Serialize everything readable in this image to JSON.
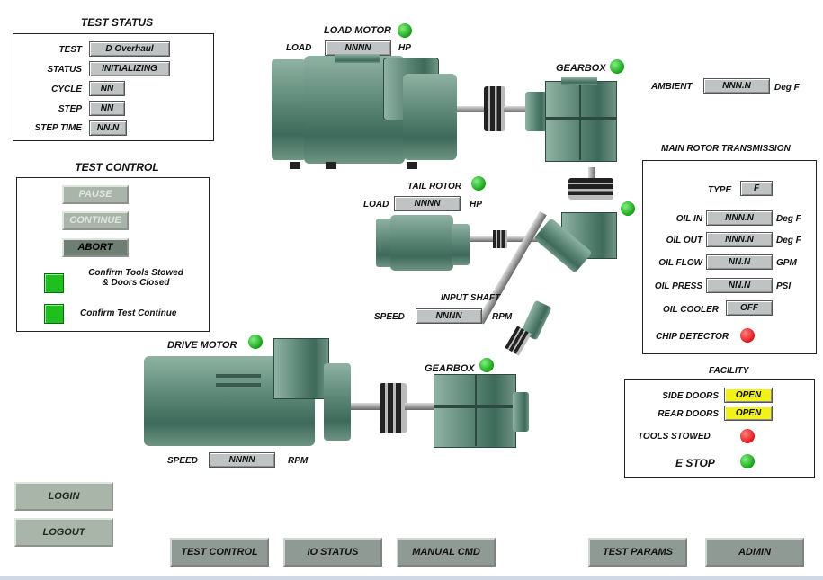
{
  "test_status": {
    "title": "TEST STATUS",
    "test_label": "TEST",
    "test_value": "D Overhaul",
    "status_label": "STATUS",
    "status_value": "INITIALIZING",
    "cycle_label": "CYCLE",
    "cycle_value": "NN",
    "step_label": "STEP",
    "step_value": "NN",
    "step_time_label": "STEP TIME",
    "step_time_value": "NN.N"
  },
  "test_control": {
    "title": "TEST CONTROL",
    "pause_label": "PAUSE",
    "continue_label": "CONTINUE",
    "abort_label": "ABORT",
    "confirm_tools_line1": "Confirm Tools Stowed",
    "confirm_tools_line2": "& Doors Closed",
    "confirm_continue": "Confirm Test Continue"
  },
  "load_motor": {
    "title": "LOAD MOTOR",
    "load_label": "LOAD",
    "load_value": "NNNN",
    "unit": "HP"
  },
  "gearbox_top": {
    "title": "GEARBOX"
  },
  "ambient": {
    "label": "AMBIENT",
    "value": "NNN.N",
    "unit": "Deg F"
  },
  "tail_rotor": {
    "title": "TAIL ROTOR",
    "load_label": "LOAD",
    "load_value": "NNNN",
    "unit": "HP"
  },
  "input_shaft": {
    "title": "INPUT SHAFT",
    "speed_label": "SPEED",
    "speed_value": "NNNN",
    "unit": "RPM"
  },
  "drive_motor": {
    "title": "DRIVE MOTOR",
    "speed_label": "SPEED",
    "speed_value": "NNNN",
    "unit": "RPM"
  },
  "gearbox_bottom": {
    "title": "GEARBOX"
  },
  "main_rotor": {
    "title": "MAIN ROTOR TRANSMISSION",
    "type_label": "TYPE",
    "type_value": "F",
    "oil_in_label": "OIL IN",
    "oil_in_value": "NNN.N",
    "oil_in_unit": "Deg F",
    "oil_out_label": "OIL OUT",
    "oil_out_value": "NNN.N",
    "oil_out_unit": "Deg F",
    "oil_flow_label": "OIL FLOW",
    "oil_flow_value": "NN.N",
    "oil_flow_unit": "GPM",
    "oil_press_label": "OIL PRESS",
    "oil_press_value": "NN.N",
    "oil_press_unit": "PSI",
    "oil_cooler_label": "OIL COOLER",
    "oil_cooler_value": "OFF",
    "chip_detector_label": "CHIP DETECTOR"
  },
  "facility": {
    "title": "FACILITY",
    "side_doors_label": "SIDE DOORS",
    "side_doors_value": "OPEN",
    "rear_doors_label": "REAR DOORS",
    "rear_doors_value": "OPEN",
    "tools_stowed_label": "TOOLS STOWED",
    "estop_label": "E STOP"
  },
  "session": {
    "login_label": "LOGIN",
    "logout_label": "LOGOUT"
  },
  "nav": {
    "test_control": "TEST CONTROL",
    "io_status": "IO STATUS",
    "manual_cmd": "MANUAL CMD",
    "test_params": "TEST PARAMS",
    "admin": "ADMIN"
  },
  "colors": {
    "indicator_green": "#18a018",
    "indicator_red": "#e01818",
    "warning_yellow": "#f2f21a",
    "equipment_green": "#5b8676"
  }
}
